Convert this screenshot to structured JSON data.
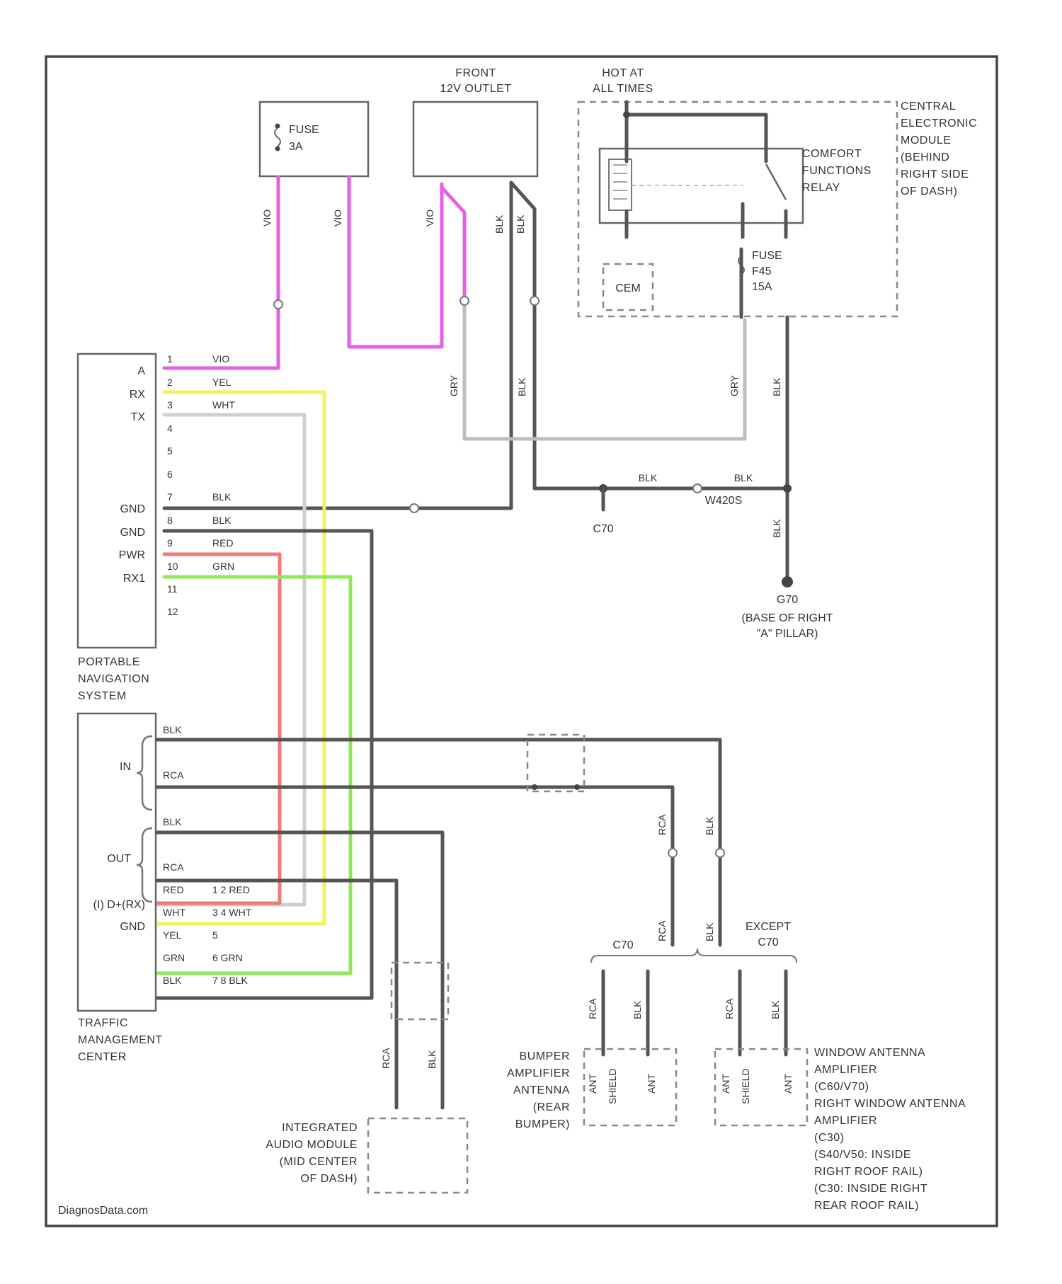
{
  "components": {
    "fuse_top": {
      "label": "FUSE",
      "rating": "3A"
    },
    "front_outlet": {
      "label_line1": "FRONT",
      "label_line2": "12V OUTLET"
    },
    "hot_at_all_times": {
      "line1": "HOT AT",
      "line2": "ALL TIMES"
    },
    "central_module": {
      "lines": [
        "CENTRAL",
        "ELECTRONIC",
        "MODULE",
        "(BEHIND",
        "RIGHT SIDE",
        "OF DASH)"
      ]
    },
    "comfort_relay": {
      "lines": [
        "COMFORT",
        "FUNCTIONS",
        "RELAY"
      ]
    },
    "cem": {
      "label": "CEM"
    },
    "fuse_f45": {
      "label": "FUSE",
      "id": "F45",
      "rating": "15A"
    },
    "portable_nav": {
      "lines": [
        "PORTABLE",
        "NAVIGATION",
        "SYSTEM"
      ],
      "pin_labels": [
        "A",
        "RX",
        "TX",
        "GND",
        "GND",
        "PWR",
        "RX1"
      ],
      "pin_numbers": [
        "1",
        "2",
        "3",
        "4",
        "5",
        "6",
        "7",
        "8",
        "9",
        "10",
        "11",
        "12"
      ]
    },
    "traffic_center": {
      "lines": [
        "TRAFFIC",
        "MANAGEMENT",
        "CENTER"
      ],
      "labels": {
        "in": "IN",
        "out": "OUT",
        "ign": "(I) D+(RX)",
        "gnd": "GND"
      }
    },
    "ground_g70": {
      "label": "G70",
      "lines": [
        "(BASE OF RIGHT",
        "\"A\" PILLAR)"
      ]
    },
    "splice_s70": {
      "label": "C70"
    },
    "splice_ws20s": {
      "label": "W420S"
    },
    "integrated_audio": {
      "lines": [
        "INTEGRATED",
        "AUDIO MODULE",
        "(MID CENTER",
        "OF DASH)"
      ]
    },
    "bumper_amp": {
      "lines": [
        "BUMPER",
        "AMPLIFIER",
        "ANTENNA",
        "(REAR",
        "BUMPER)"
      ]
    },
    "window_amp": {
      "lines": [
        "WINDOW ANTENNA",
        "AMPLIFIER",
        "(C60/V70)",
        "RIGHT WINDOW ANTENNA",
        "AMPLIFIER",
        "(C30)",
        "(S40/V50: INSIDE",
        "RIGHT ROOF RAIL)",
        "(C30: INSIDE RIGHT",
        "REAR ROOF RAIL)"
      ]
    },
    "branch_labels": {
      "left": "C70",
      "right_line1": "EXCEPT",
      "right_line2": "C70"
    }
  },
  "wire_colors": {
    "vio": "VIO",
    "yel": "YEL",
    "wht": "WHT",
    "blk": "BLK",
    "red": "RED",
    "grn": "GRN",
    "gry": "GRY",
    "rca": "RCA",
    "blkt": "BLK"
  },
  "harness_labels": {
    "t1": "1 2 RED",
    "t2": "3 4 WHT",
    "t3": "5",
    "t4": "6 GRN",
    "t5": "7 8 BLK"
  },
  "shield_labels": {
    "ant": "ANT",
    "shield": "SHIELD"
  },
  "watermark": "DiagnosData.com",
  "palette": {
    "vio": "#e75ee7",
    "yel": "#f2f25a",
    "red": "#f07a7a",
    "grn": "#8ee85a",
    "blk": "#555555",
    "gry": "#bdbdbd"
  }
}
